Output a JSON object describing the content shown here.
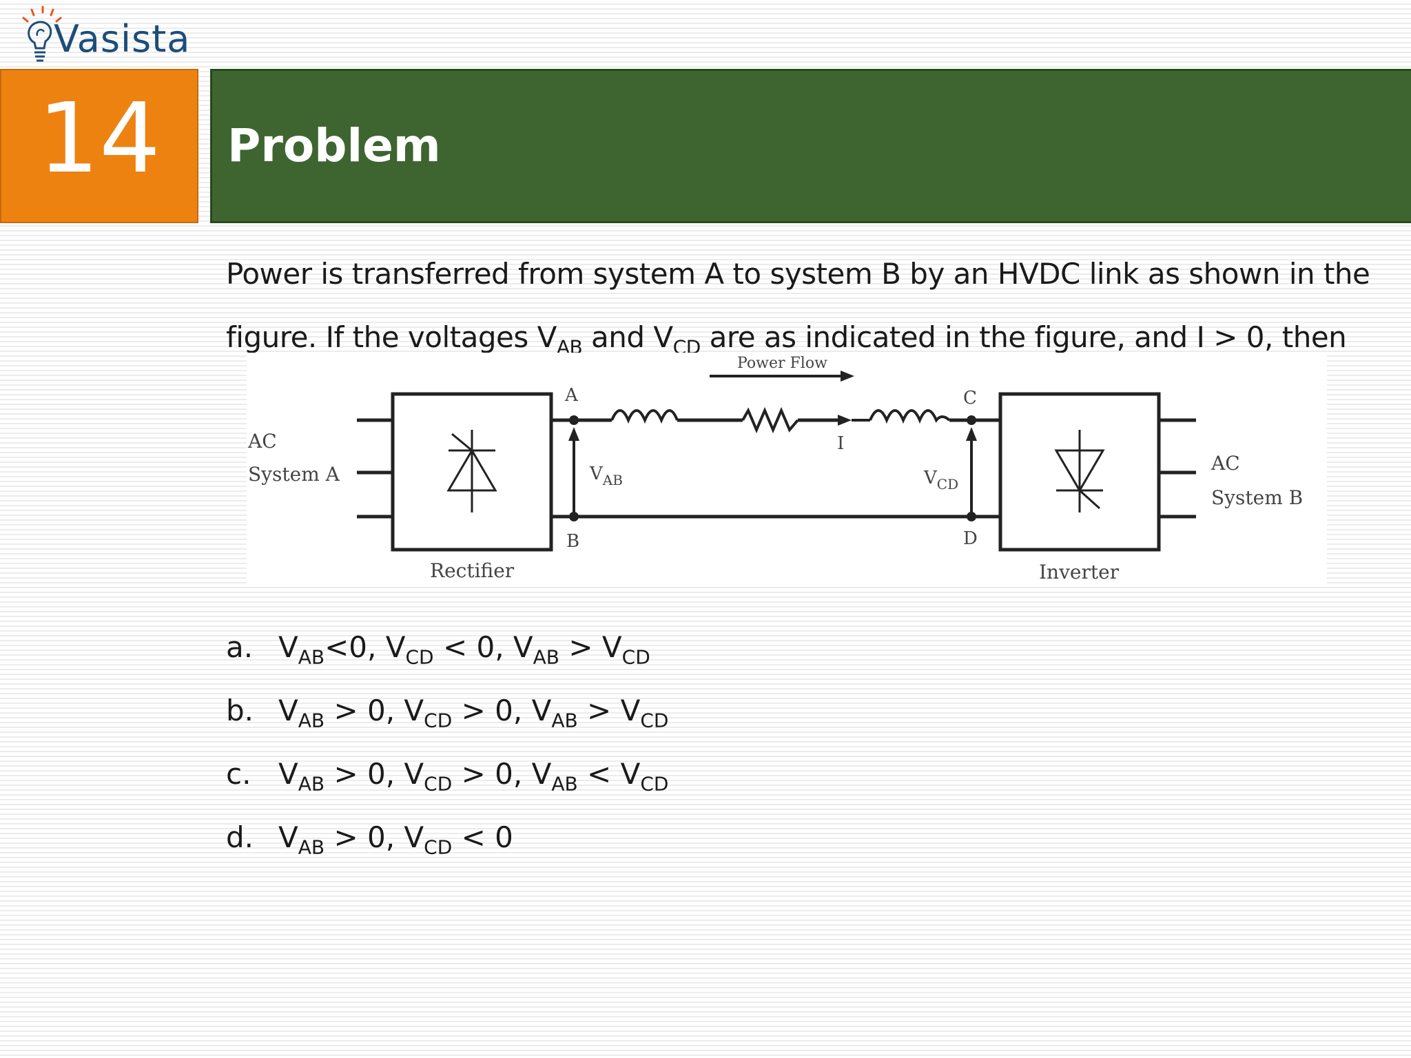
{
  "logo": {
    "text": "Vasista"
  },
  "slide": {
    "number": "14",
    "title": "Problem"
  },
  "question": {
    "line1": "Power is transferred from system A to system B by an HVDC link as shown in the",
    "line2_part1": "figure. If the voltages V",
    "sub_ab": "AB",
    "line2_part2": " and V",
    "sub_cd": "CD",
    "line2_part3": " are as indicated in the figure, and I > 0, then"
  },
  "figure": {
    "power_flow": "Power Flow",
    "node_a": "A",
    "node_b": "B",
    "node_c": "C",
    "node_d": "D",
    "current": "I",
    "vab_v": "V",
    "vab_sub": "AB",
    "vcd_v": "V",
    "vcd_sub": "CD",
    "ac_a_line1": "AC",
    "ac_a_line2": "System A",
    "ac_b_line1": "AC",
    "ac_b_line2": "System B",
    "rectifier": "Rectifier",
    "inverter": "Inverter"
  },
  "options": [
    {
      "letter": "a.",
      "p1": "V",
      "s1": "AB",
      "p2": "<0, V",
      "s2": "CD",
      "p3": " < 0, V",
      "s3": "AB",
      "p4": " > V",
      "s4": "CD"
    },
    {
      "letter": "b.",
      "p1": "V",
      "s1": "AB",
      "p2": " > 0, V",
      "s2": "CD",
      "p3": " > 0, V",
      "s3": "AB",
      "p4": " > V",
      "s4": "CD"
    },
    {
      "letter": "c.",
      "p1": "V",
      "s1": "AB",
      "p2": " > 0, V",
      "s2": "CD",
      "p3": " > 0, V",
      "s3": "AB",
      "p4": " < V",
      "s4": "CD"
    },
    {
      "letter": "d.",
      "p1": "V",
      "s1": "AB",
      "p2": " > 0, V",
      "s2": "CD",
      "p3": " < 0",
      "s3": "",
      "p4": "",
      "s4": ""
    }
  ]
}
